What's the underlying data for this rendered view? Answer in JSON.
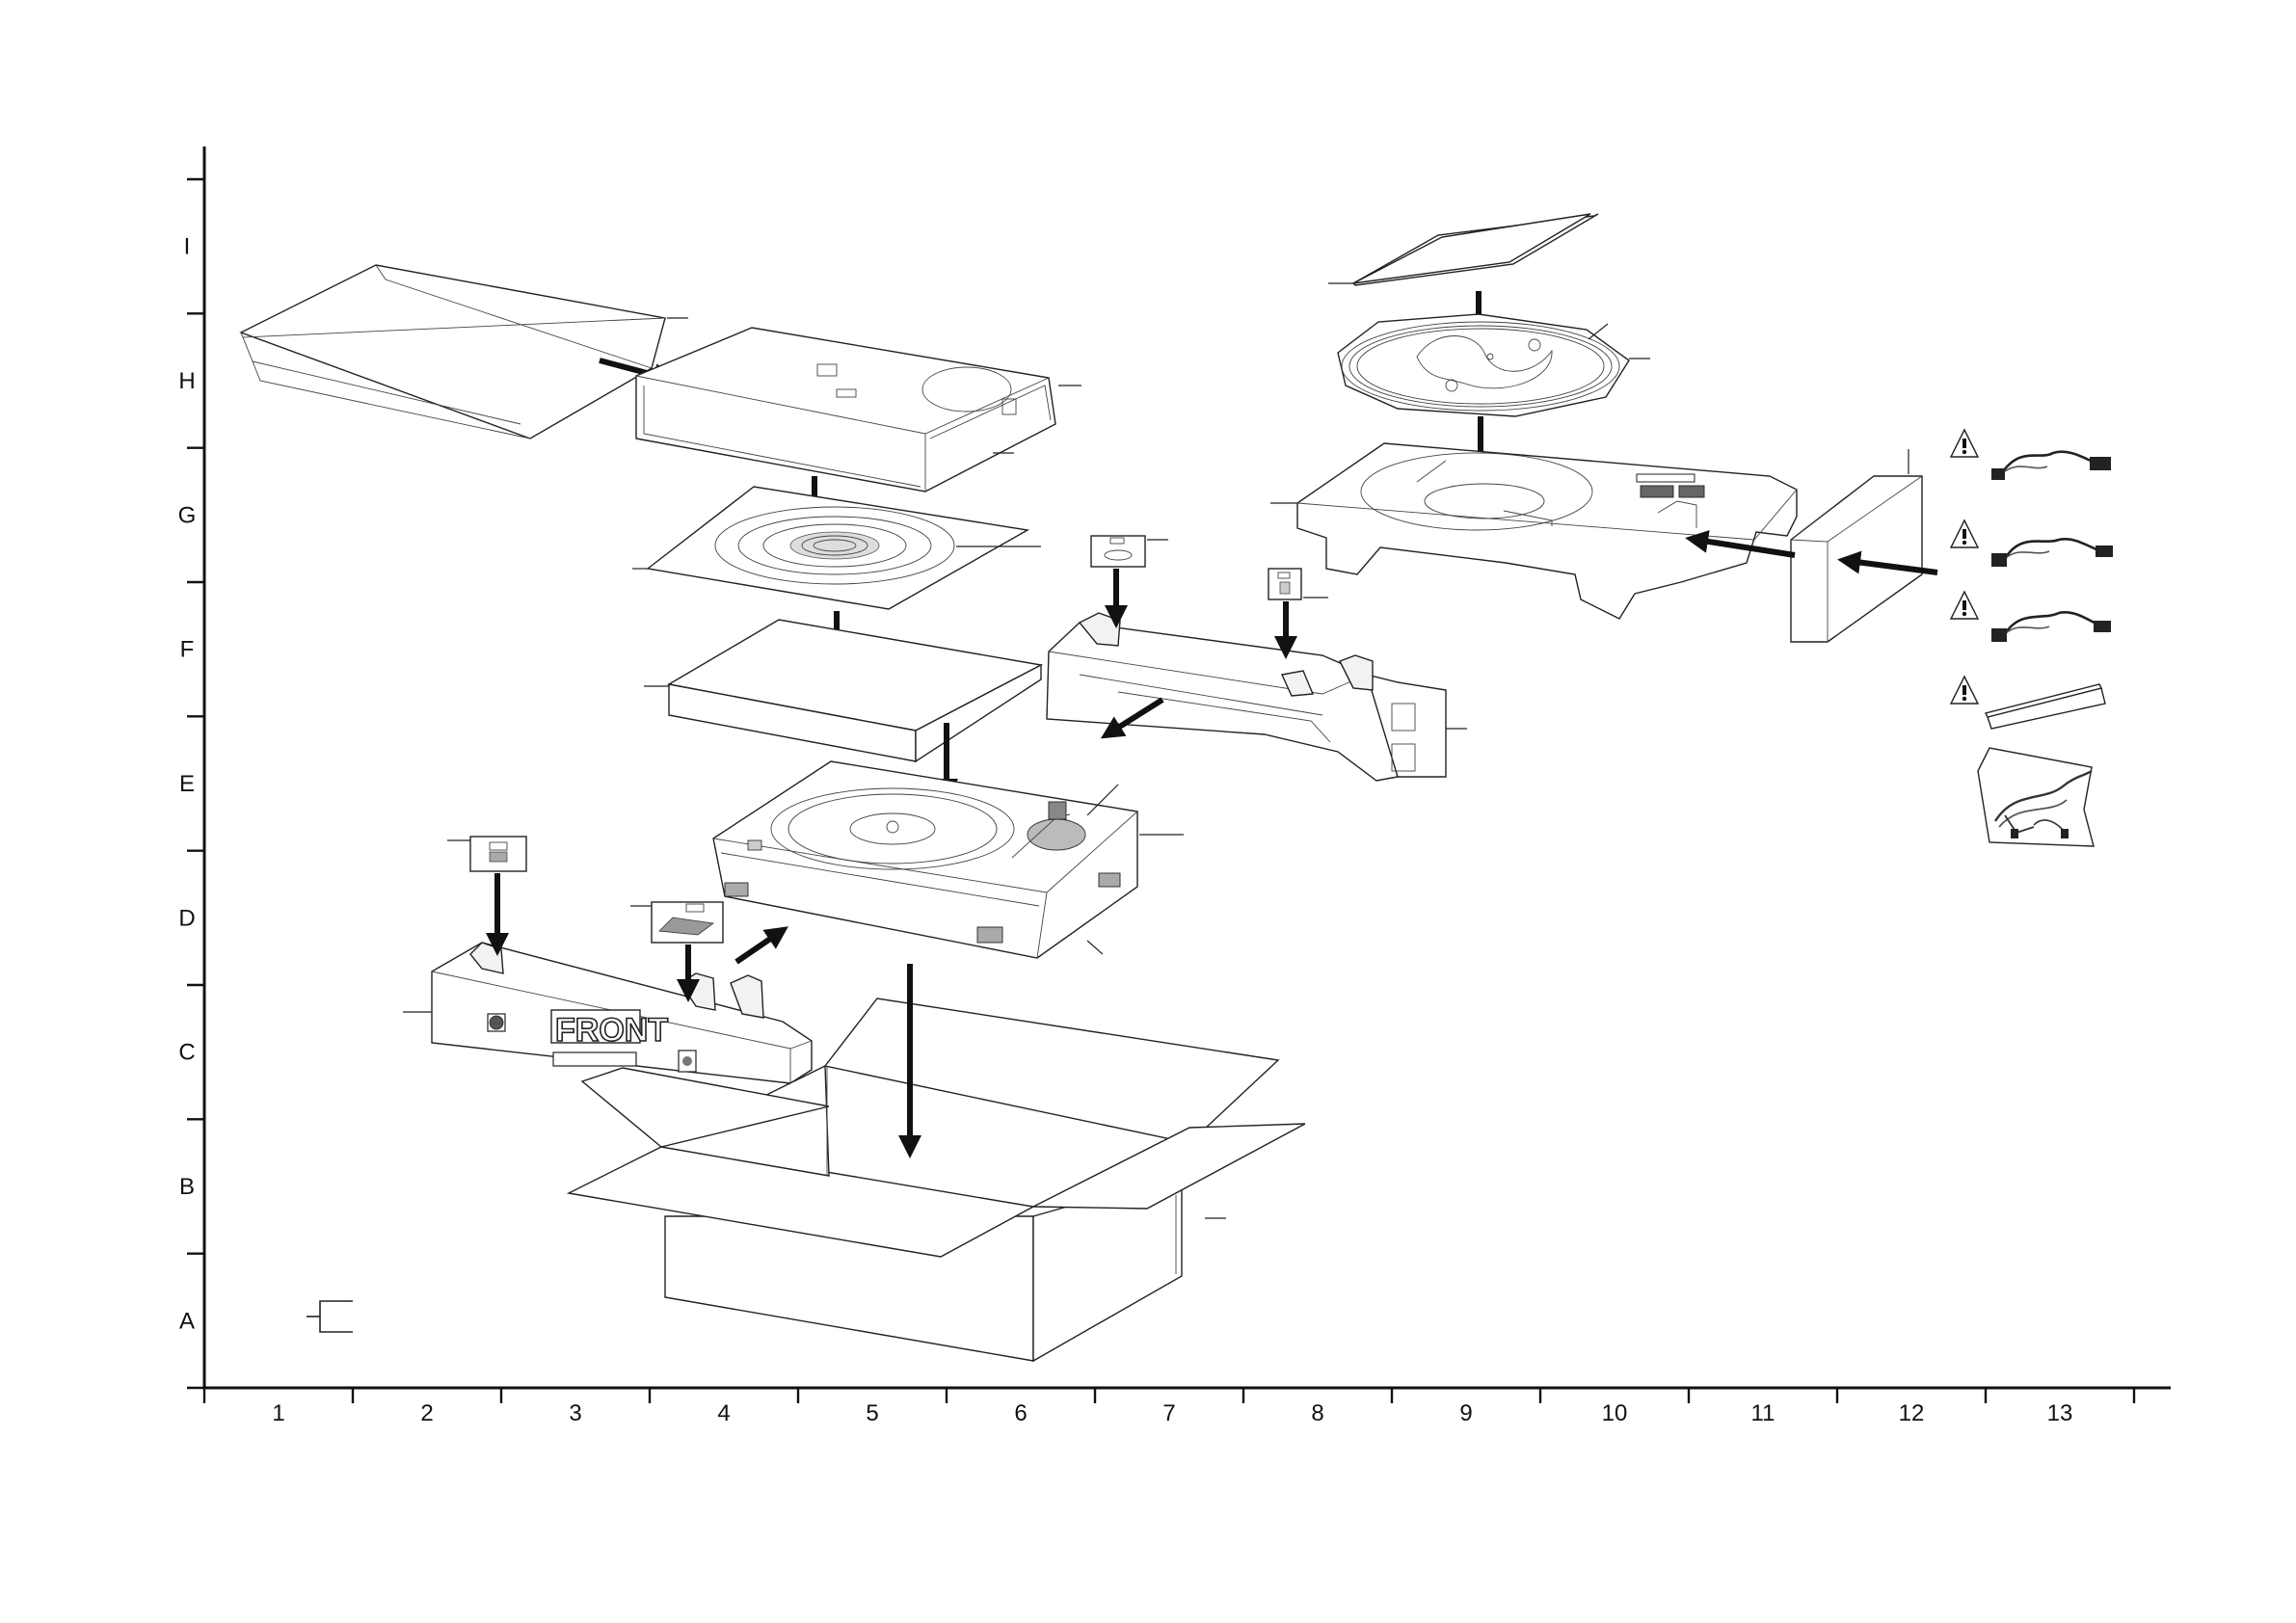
{
  "grid": {
    "rows": [
      "A",
      "B",
      "C",
      "D",
      "E",
      "F",
      "G",
      "H",
      "I"
    ],
    "columns": [
      "1",
      "2",
      "3",
      "4",
      "5",
      "6",
      "7",
      "8",
      "9",
      "10",
      "11",
      "12",
      "13"
    ]
  },
  "labels": {
    "front": "FRONT"
  },
  "colors": {
    "line": "#222222",
    "background": "#ffffff",
    "arrow": "#111111"
  },
  "icons": [
    "warning-triangle-icon",
    "power-cord-icon",
    "rca-cable-icon",
    "arrow-icon"
  ]
}
